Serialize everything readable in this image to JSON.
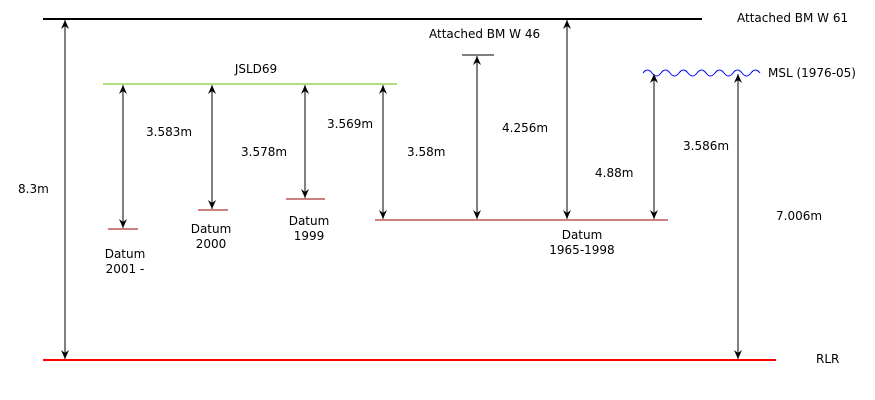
{
  "labels": {
    "bm_w61": "Attached BM W 61",
    "bm_w46": "Attached BM W 46",
    "jsld69": "JSLD69",
    "msl": "MSL (1976-05)",
    "rlr": "RLR",
    "datum_2001_line1": "Datum",
    "datum_2001_line2": "2001 -",
    "datum_2000_line1": "Datum",
    "datum_2000_line2": "2000",
    "datum_1999_line1": "Datum",
    "datum_1999_line2": "1999",
    "datum_1965_line1": "Datum",
    "datum_1965_line2": "1965-1998"
  },
  "measurements": {
    "bm61_to_rlr": "8.3m",
    "jsld_to_2001": "3.583m",
    "jsld_to_2000": "3.578m",
    "jsld_to_1999": "3.569m",
    "jsld_to_1965": "3.58m",
    "bm46_to_1965": "4.256m",
    "bm61_to_1965": "4.88m",
    "msl_to_1965": "3.586m",
    "msl_to_rlr": "7.006m"
  },
  "colors": {
    "black": "#000000",
    "rlr_red": "#ff0000",
    "jsld_green": "#66bb00",
    "datum_red": "#990000",
    "msl_blue": "#0000ff"
  }
}
